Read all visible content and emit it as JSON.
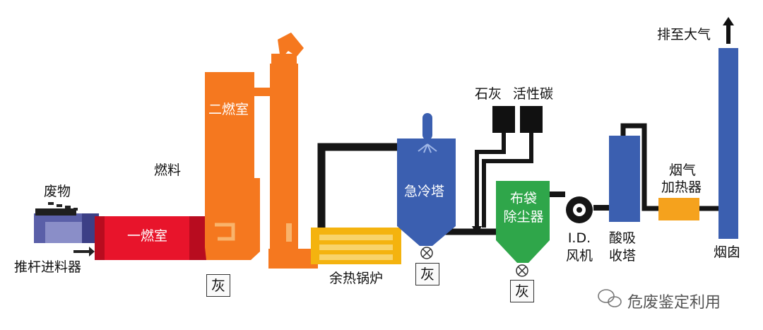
{
  "labels": {
    "waste": "废物",
    "ram_feeder": "推杆进料器",
    "primary_chamber": "一燃室",
    "fuel": "燃料",
    "secondary_chamber": "二燃室",
    "ash": "灰",
    "waste_heat_boiler": "余热锅炉",
    "quench_tower": "急冷塔",
    "lime": "石灰",
    "activated_carbon": "活性碳",
    "bag_filter_line1": "布袋",
    "bag_filter_line2": "除尘器",
    "id_fan_line1": "I.D.",
    "id_fan_line2": "风机",
    "acid_absorber_line1": "酸吸",
    "acid_absorber_line2": "收塔",
    "flue_heater_line1": "烟气",
    "flue_heater_line2": "加热器",
    "chimney": "烟囱",
    "exhaust": "排至大气"
  },
  "watermark": "危废鉴定利用",
  "colors": {
    "kiln": "#e8142b",
    "secondary": "#f5781f",
    "boiler": "#f4b30f",
    "quench": "#3b5fb0",
    "bagfilter": "#2fa64a",
    "absorber": "#3b5fb0",
    "chimney": "#3b5fb0",
    "feeder": "#5a5fa8",
    "duct": "#151515",
    "heater": "#f5a21d"
  }
}
